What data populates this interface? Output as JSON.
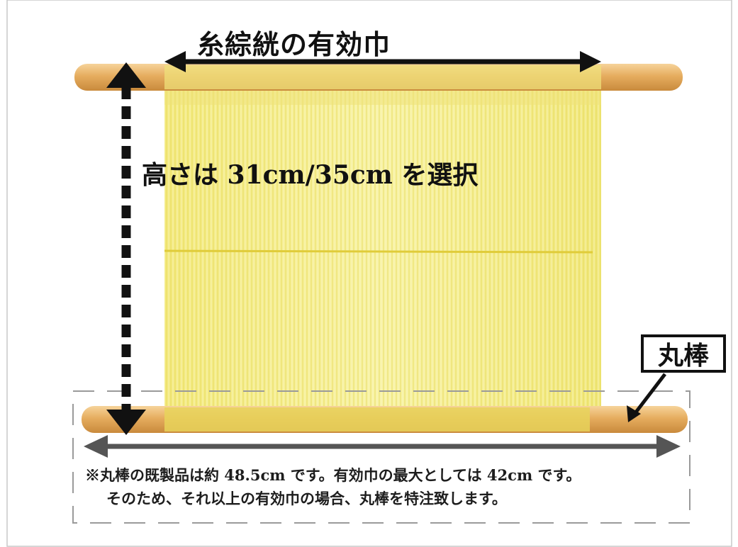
{
  "labels": {
    "effective_width": "糸綜絖の有効巾",
    "height_choice": "高さは 31cm/35cm を選択",
    "rod": "丸棒"
  },
  "notes": {
    "line1": "※丸棒の既製品は約 48.5cm です。有効巾の最大としては 42cm です。",
    "line2": "そのため、それ以上の有効巾の場合、丸棒を特注致します。"
  },
  "colors": {
    "yarn": "#f4ee8c",
    "yarn_dark": "#e2d24a",
    "rod_wood": "#e3a95a",
    "rod_wood_light": "#f2c98c",
    "arrow_black": "#111111",
    "arrow_gray": "#555555",
    "dashed_box": "#9a9a9a",
    "frame_border": "#c8c8c8"
  },
  "icons": {
    "width_arrow": "double-arrow-horizontal-icon",
    "height_arrow": "double-arrow-vertical-dashed-icon",
    "rod_length_arrow": "double-arrow-horizontal-icon",
    "pointer_arrow": "arrow-pointer-icon"
  }
}
